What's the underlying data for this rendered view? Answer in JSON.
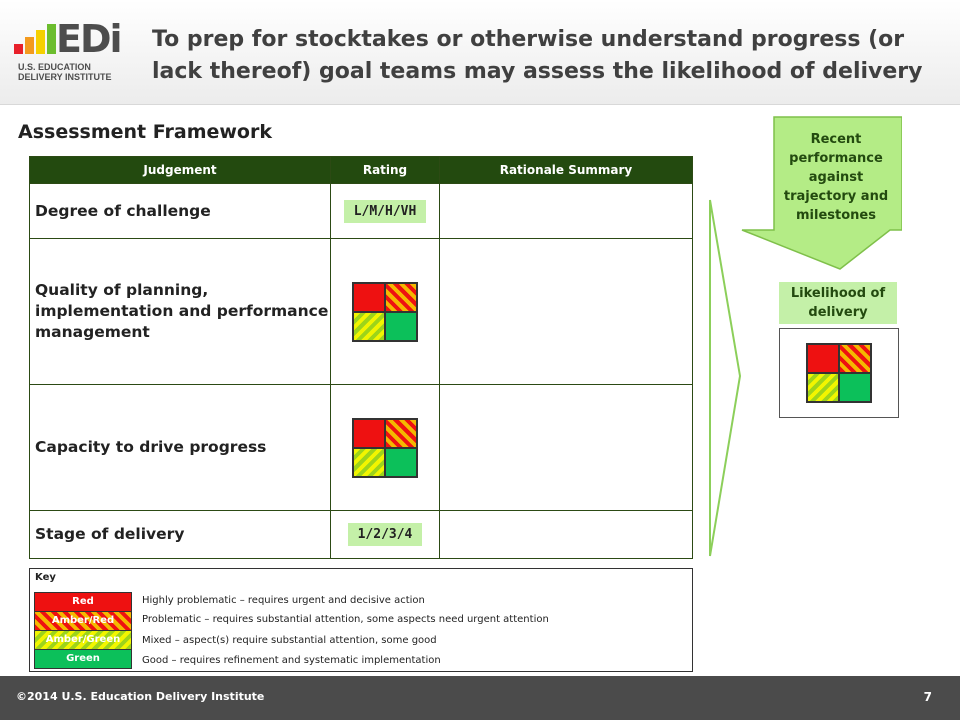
{
  "header": {
    "logo_text": "EDi",
    "logo_sub_line1": "U.S. EDUCATION",
    "logo_sub_line2": "DELIVERY INSTITUTE",
    "title": "To prep for stocktakes or otherwise understand progress (or lack thereof) goal teams may assess the likelihood of delivery"
  },
  "subtitle": "Assessment Framework",
  "table": {
    "headers": [
      "Judgement",
      "Rating",
      "Rationale Summary"
    ],
    "rows": [
      {
        "judgement": "Degree of challenge",
        "rating": "L/M/H/VH"
      },
      {
        "judgement": "Quality of planning, implementation and performance management",
        "rating": ""
      },
      {
        "judgement": "Capacity to drive progress",
        "rating": ""
      },
      {
        "judgement": "Stage of delivery",
        "rating": "1/2/3/4"
      }
    ]
  },
  "key": {
    "label": "Key",
    "items": [
      {
        "name": "Red",
        "desc": "Highly problematic  – requires urgent and decisive action"
      },
      {
        "name": "Amber/Red",
        "desc": "Problematic – requires substantial attention,  some aspects need urgent attention"
      },
      {
        "name": "Amber/Green",
        "desc": "Mixed – aspect(s) require substantial attention, some good"
      },
      {
        "name": "Green",
        "desc": "Good – requires refinement and systematic implementation"
      }
    ]
  },
  "side": {
    "arrow_text": "Recent performance against trajectory and milestones",
    "likelihood_label": "Likelihood of delivery"
  },
  "footer": {
    "copyright": "©2014  U.S.  Education  Delivery Institute",
    "page": "7"
  },
  "colors": {
    "header_bar": "#234a0f",
    "pill": "#c4f0a8",
    "red": "#ee1111",
    "green": "#0cc05a",
    "amber": "#f5b800",
    "footer": "#4b4b4b"
  }
}
